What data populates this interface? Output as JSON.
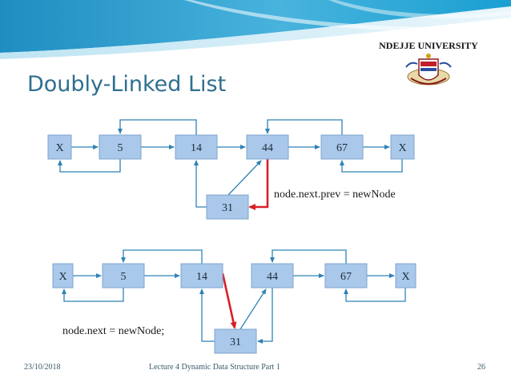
{
  "slide": {
    "title": "Doubly-Linked List",
    "logo_text": "NDEJJE UNIVERSITY"
  },
  "colors": {
    "node_fill": "#a9c8ea",
    "node_border": "#7ea4cf",
    "arrow": "#2f82b5",
    "highlight_arrow": "#d81f26",
    "title": "#2f6f8f"
  },
  "diagram_top": {
    "nodes": [
      "X",
      "5",
      "14",
      "44",
      "67",
      "X"
    ],
    "new_node": "31",
    "caption": "node.next.prev = newNode"
  },
  "diagram_bottom": {
    "nodes": [
      "X",
      "5",
      "14",
      "44",
      "67",
      "X"
    ],
    "new_node": "31",
    "caption": "node.next = newNode;"
  },
  "footer": {
    "date": "23/10/2018",
    "lecture": "Lecture 4 Dynamic Data Structure Part 1",
    "page": "26"
  }
}
